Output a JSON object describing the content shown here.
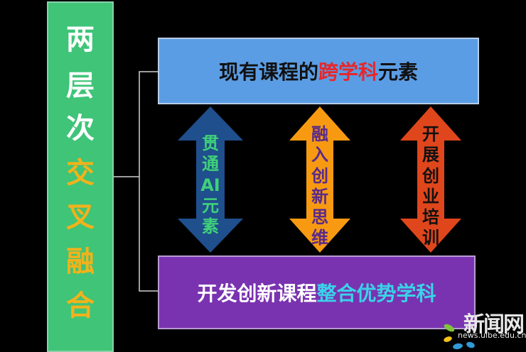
{
  "left_title": {
    "chars": [
      {
        "text": "两",
        "color": "#ffffff"
      },
      {
        "text": "层",
        "color": "#ffffff"
      },
      {
        "text": "次",
        "color": "#ffffff"
      },
      {
        "text": "交",
        "color": "#f2b21b"
      },
      {
        "text": "叉",
        "color": "#f2b21b"
      },
      {
        "text": "融",
        "color": "#f2b21b"
      },
      {
        "text": "合",
        "color": "#f2b21b"
      }
    ]
  },
  "top_box": {
    "pre": "现有课程的",
    "highlight": "跨学科",
    "post": "元素"
  },
  "bottom_box": {
    "pre": "开发创新课程",
    "highlight": "整合优势学科"
  },
  "arrows": [
    {
      "label": [
        "贯",
        "通",
        "AI",
        "元",
        "素"
      ],
      "fill": "#1f4f8c",
      "text_color": "#3fd07a"
    },
    {
      "label": [
        "融",
        "入",
        "创",
        "新",
        "思",
        "维"
      ],
      "fill": "#f79a12",
      "text_color": "#5a2a8a"
    },
    {
      "label": [
        "开",
        "展",
        "创",
        "业",
        "培",
        "训"
      ],
      "fill": "#e0461c",
      "text_color": "#111111"
    }
  ],
  "watermark": {
    "title": "新闻网",
    "url": "news.uibe.edu.cn"
  }
}
